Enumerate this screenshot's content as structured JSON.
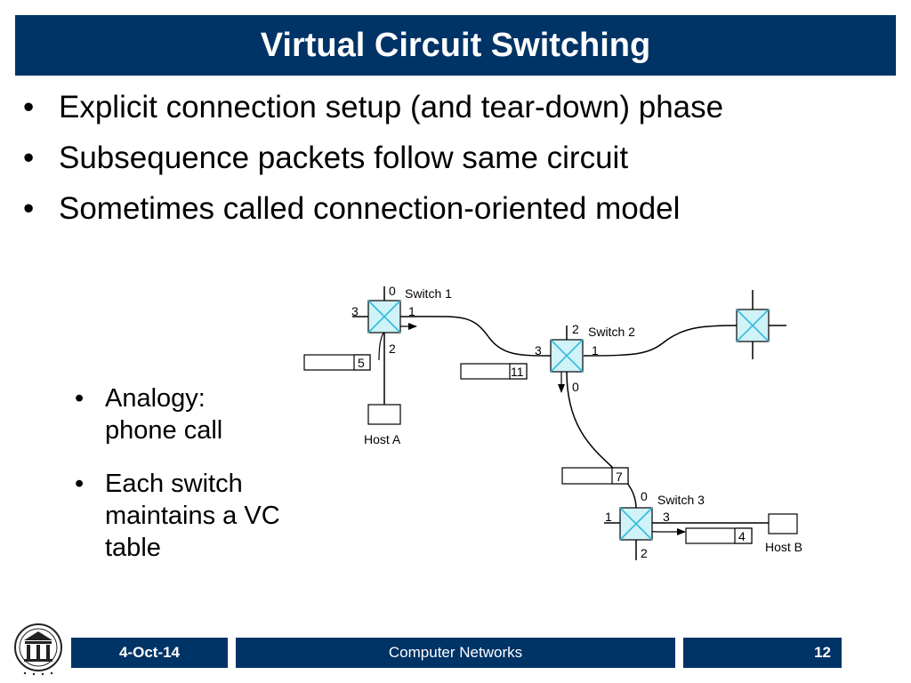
{
  "slide": {
    "title": "Virtual Circuit Switching",
    "bullets": [
      "Explicit connection setup (and tear-down) phase",
      "Subsequence packets follow same circuit",
      "Sometimes called connection-oriented model"
    ],
    "sub_bullets": [
      "Analogy: phone call",
      "Each switch maintains a VC table"
    ]
  },
  "diagram": {
    "switch1": {
      "label": "Switch 1",
      "ports": {
        "top": "0",
        "left": "3",
        "right": "1",
        "bottom": "2"
      }
    },
    "switch2": {
      "label": "Switch 2",
      "ports": {
        "top": "2",
        "left": "3",
        "right": "1",
        "bottom": "0"
      }
    },
    "switch3": {
      "label": "Switch 3",
      "ports": {
        "top": "0",
        "left": "1",
        "right": "3",
        "bottom": "2"
      }
    },
    "host_a": "Host A",
    "host_b": "Host B",
    "packets": [
      {
        "vci": "5"
      },
      {
        "vci": "11"
      },
      {
        "vci": "7"
      },
      {
        "vci": "4"
      }
    ],
    "colors": {
      "switch_fill": "#cff3f7",
      "switch_cross": "#33bbe0"
    }
  },
  "footer": {
    "date": "4-Oct-14",
    "course": "Computer Networks",
    "page": "12"
  },
  "colors": {
    "brand": "#003366"
  }
}
